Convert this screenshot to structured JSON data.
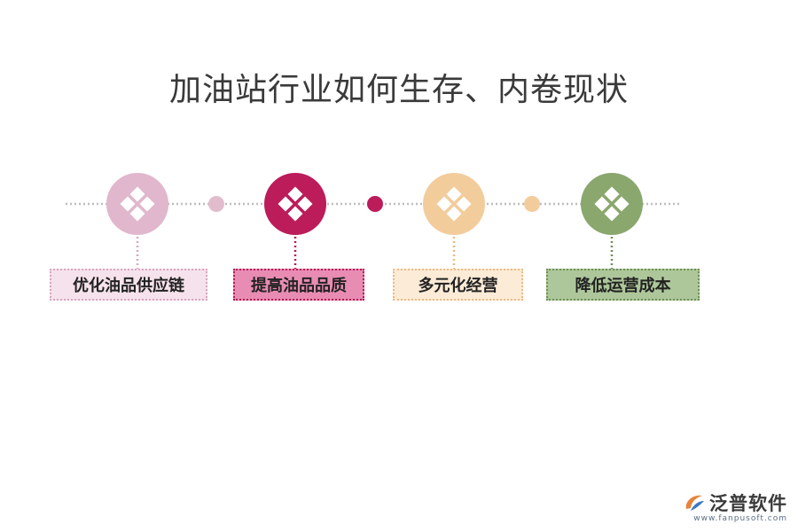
{
  "title": "加油站行业如何生存、内卷现状",
  "steps": [
    {
      "label": "优化油品供应链",
      "circle_color": "#e0b7cc",
      "label_bg": "#f6e2ec",
      "label_border": "#d8a6bf"
    },
    {
      "label": "提高油品品质",
      "circle_color": "#bc1c5a",
      "label_bg": "#e88cb3",
      "label_border": "#b51b57"
    },
    {
      "label": "多元化经营",
      "circle_color": "#f3cc9c",
      "label_bg": "#fcebd6",
      "label_border": "#eeb984"
    },
    {
      "label": "降低运营成本",
      "circle_color": "#8aa76e",
      "label_bg": "#adc79a",
      "label_border": "#6e9055"
    }
  ],
  "connector_dots": [
    "#e2bccd",
    "#bc1c5a",
    "#f3cc9c"
  ],
  "line_color": "#bdbdbd",
  "icon": "diamond-grid-icon",
  "logo": {
    "name": "泛普软件",
    "url": "www.fanpusoft.com"
  }
}
